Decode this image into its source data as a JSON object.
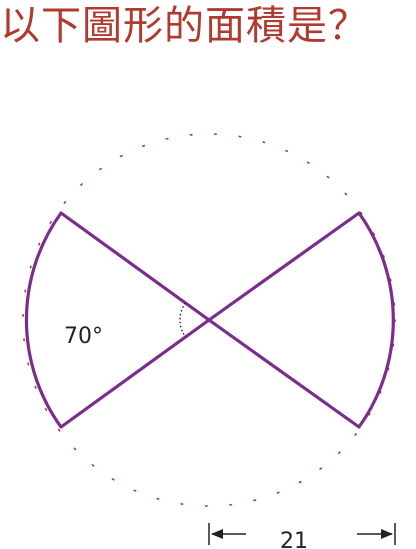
{
  "question": "以下圖形的面積是？",
  "angle_label": "70°",
  "dimension_label": "21",
  "colors": {
    "question": "#b03a2e",
    "figure": "#7b2d8e",
    "dotted_circle": "#b03a2e",
    "text": "#222222"
  }
}
